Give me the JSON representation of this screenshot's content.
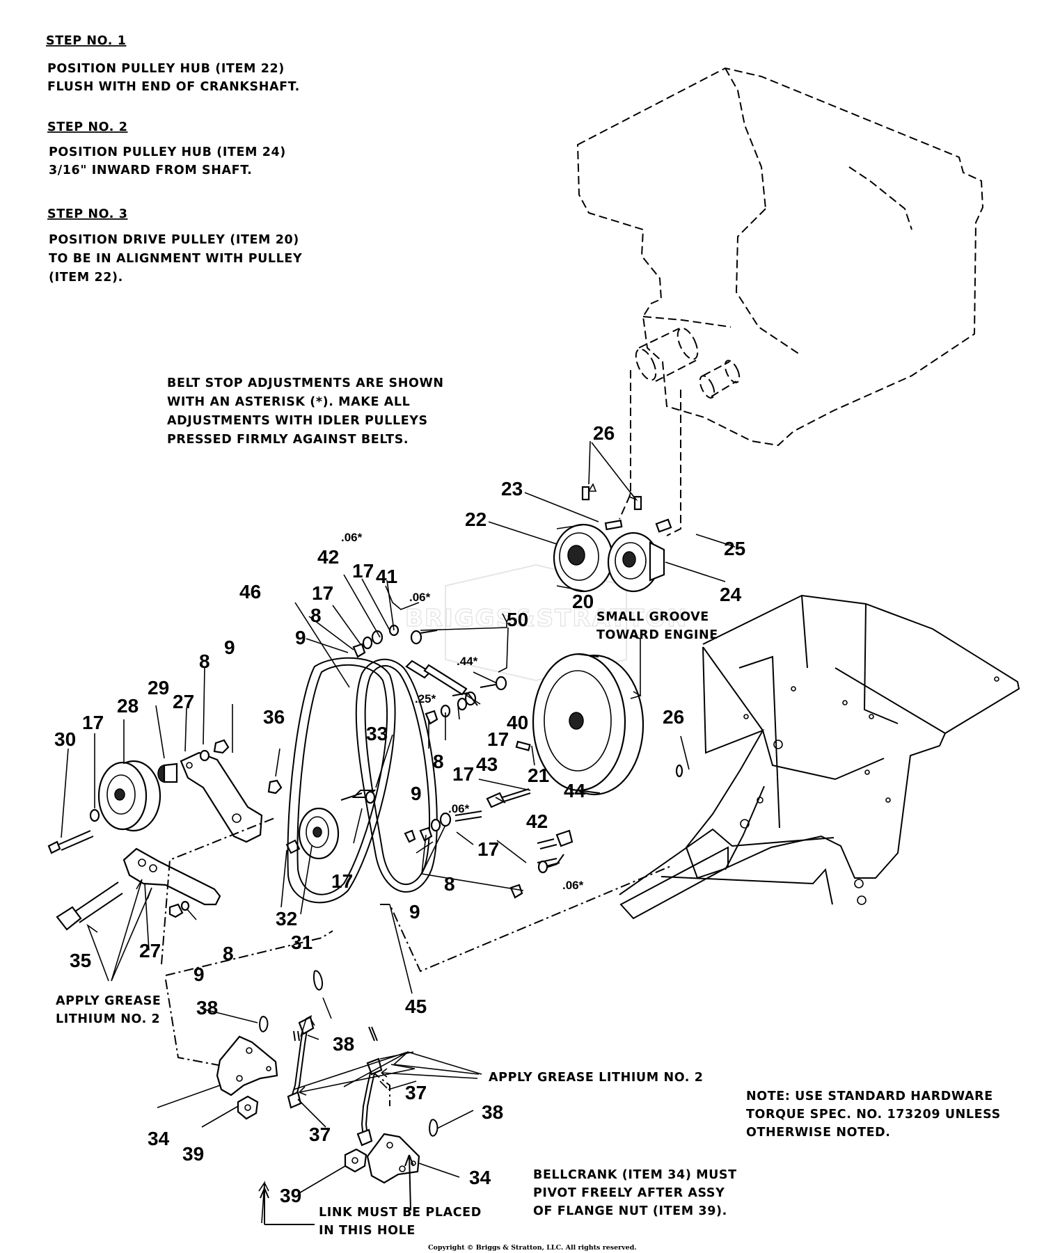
{
  "steps": [
    {
      "title": "STEP NO. 1",
      "lines": [
        "POSITION PULLEY HUB (ITEM 22)",
        "FLUSH WITH END OF CRANKSHAFT."
      ]
    },
    {
      "title": "STEP NO. 2",
      "lines": [
        "POSITION PULLEY HUB (ITEM 24)",
        "3/16\" INWARD FROM SHAFT."
      ]
    },
    {
      "title": "STEP NO. 3",
      "lines": [
        "POSITION DRIVE PULLEY (ITEM 20)",
        "TO BE IN ALIGNMENT WITH PULLEY",
        "(ITEM 22)."
      ]
    }
  ],
  "belt_note": [
    "BELT STOP ADJUSTMENTS ARE SHOWN",
    "WITH AN ASTERISK (*).  MAKE ALL",
    "ADJUSTMENTS WITH IDLER PULLEYS",
    "PRESSED FIRMLY AGAINST BELTS."
  ],
  "groove_note": [
    "SMALL GROOVE",
    "TOWARD ENGINE"
  ],
  "grease_left": [
    "APPLY GREASE",
    "LITHIUM NO. 2"
  ],
  "grease_right": "APPLY GREASE LITHIUM NO. 2",
  "hardware_note": [
    "NOTE:  USE STANDARD HARDWARE",
    "TORQUE SPEC. NO. 173209 UNLESS",
    "OTHERWISE NOTED."
  ],
  "bellcrank_note": [
    "BELLCRANK (ITEM 34) MUST",
    "PIVOT FREELY AFTER ASSY",
    "OF FLANGE NUT (ITEM 39)."
  ],
  "link_note": [
    "LINK MUST BE PLACED",
    "IN THIS HOLE"
  ],
  "watermark": "BRIGGS&STRATTON",
  "copyright": "Copyright © Briggs & Stratton, LLC. All rights reserved.",
  "callouts": {
    "c26a": "26",
    "c23": "23",
    "c22": "22",
    "c25": "25",
    "c24": "24",
    "c20": "20",
    "c50": "50",
    "c06a": ".06*",
    "c42a": "42",
    "c17a": "17",
    "c41": "41",
    "c06b": ".06*",
    "c17b": "17",
    "c8a": "8",
    "c9a": "9",
    "c46": "46",
    "c44a": ".44*",
    "c25s": ".25*",
    "c40": "40",
    "c17c": "17",
    "c43": "43",
    "c17d": "17",
    "c8b": "8",
    "c9b": "9",
    "c21": "21",
    "c26b": "26",
    "c33": "33",
    "c36": "36",
    "c9c": "9",
    "c8c": "8",
    "c29": "29",
    "c27a": "27",
    "c28": "28",
    "c17e": "17",
    "c30": "30",
    "c06c": ".06*",
    "c44": "44",
    "c42b": "42",
    "c17f": "17",
    "c17g": "17",
    "c8d": "8",
    "c06d": ".06*",
    "c9d": "9",
    "c32": "32",
    "c31": "31",
    "c45": "45",
    "c35": "35",
    "c27b": "27",
    "c9e": "9",
    "c8e": "8",
    "c38a": "38",
    "c38b": "38",
    "c37a": "37",
    "c37b": "37",
    "c38c": "38",
    "c34a": "34",
    "c39a": "39",
    "c34b": "34",
    "c39b": "39"
  },
  "colors": {
    "ink": "#000000",
    "paper": "#ffffff",
    "watermark": "#e2e2e2"
  }
}
